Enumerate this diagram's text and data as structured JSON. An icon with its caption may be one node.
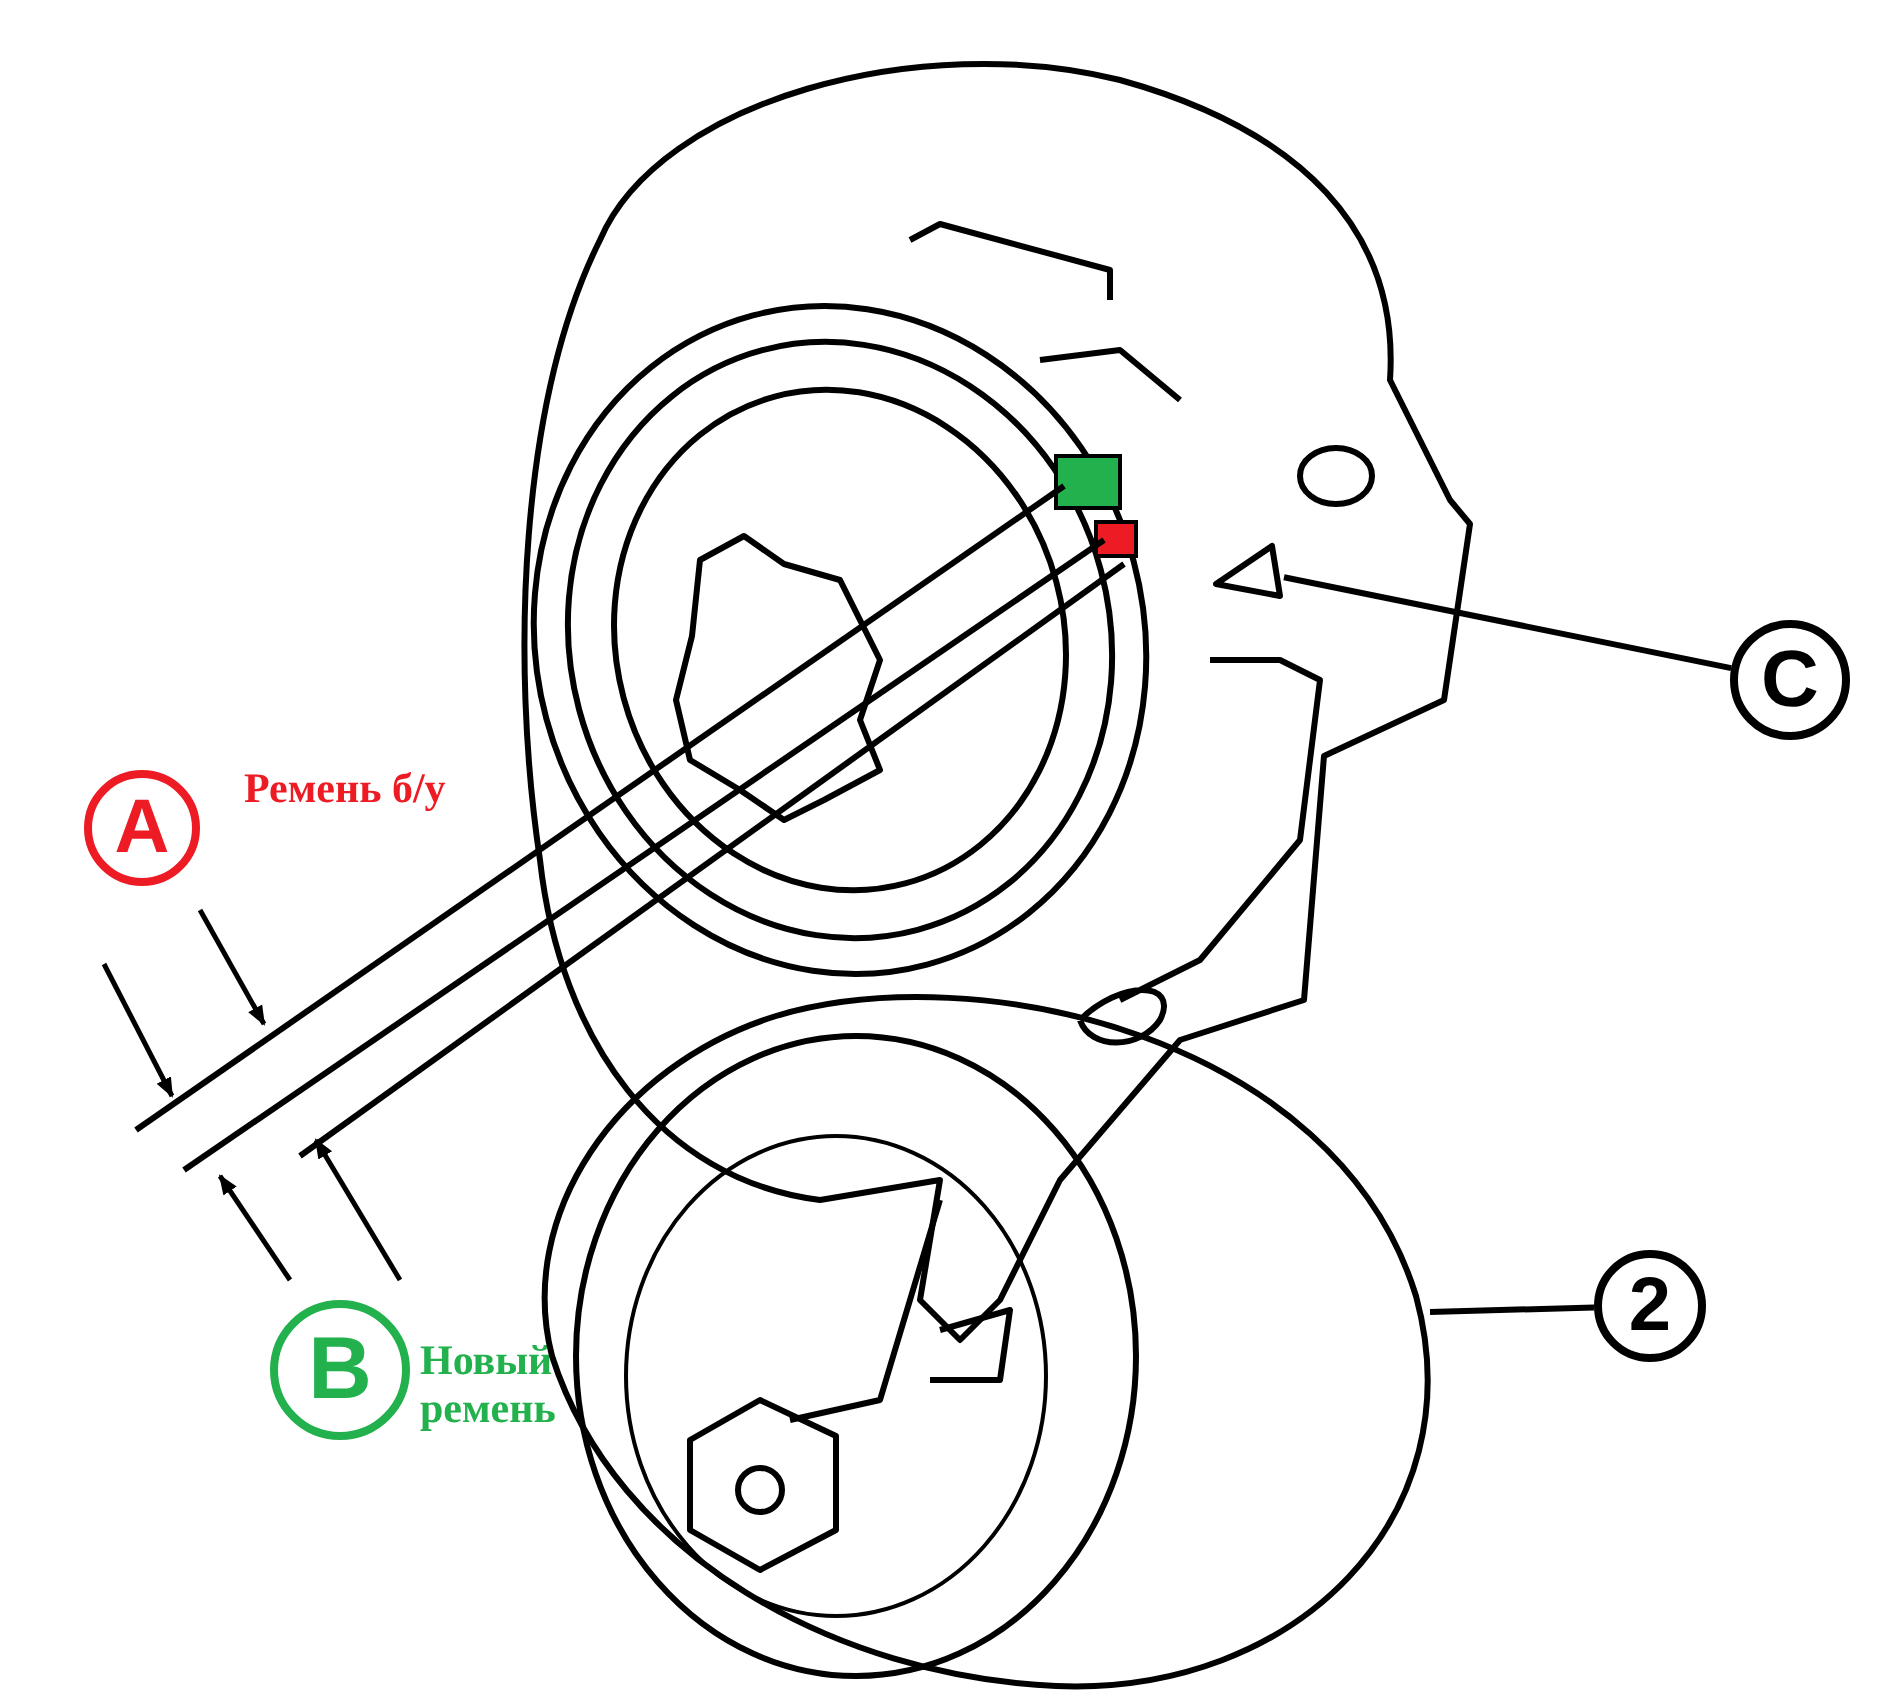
{
  "diagram": {
    "nodes": [
      {
        "text": [
          "A"
        ],
        "beside": [
          "Ремень б/у"
        ]
      },
      {
        "text": [
          "B"
        ],
        "beside": [
          "Новый ремень"
        ]
      },
      {
        "text": [
          "C"
        ]
      },
      {
        "text": [],
        "shape": "triangle"
      },
      {
        "text": [
          "2"
        ]
      },
      {
        "text": [],
        "shape": "picture"
      }
    ],
    "edges": [
      {
        "from": 2,
        "to": 3,
        "arrow": "none"
      },
      {
        "from": 4,
        "to": 5,
        "arrow": "none"
      }
    ]
  }
}
